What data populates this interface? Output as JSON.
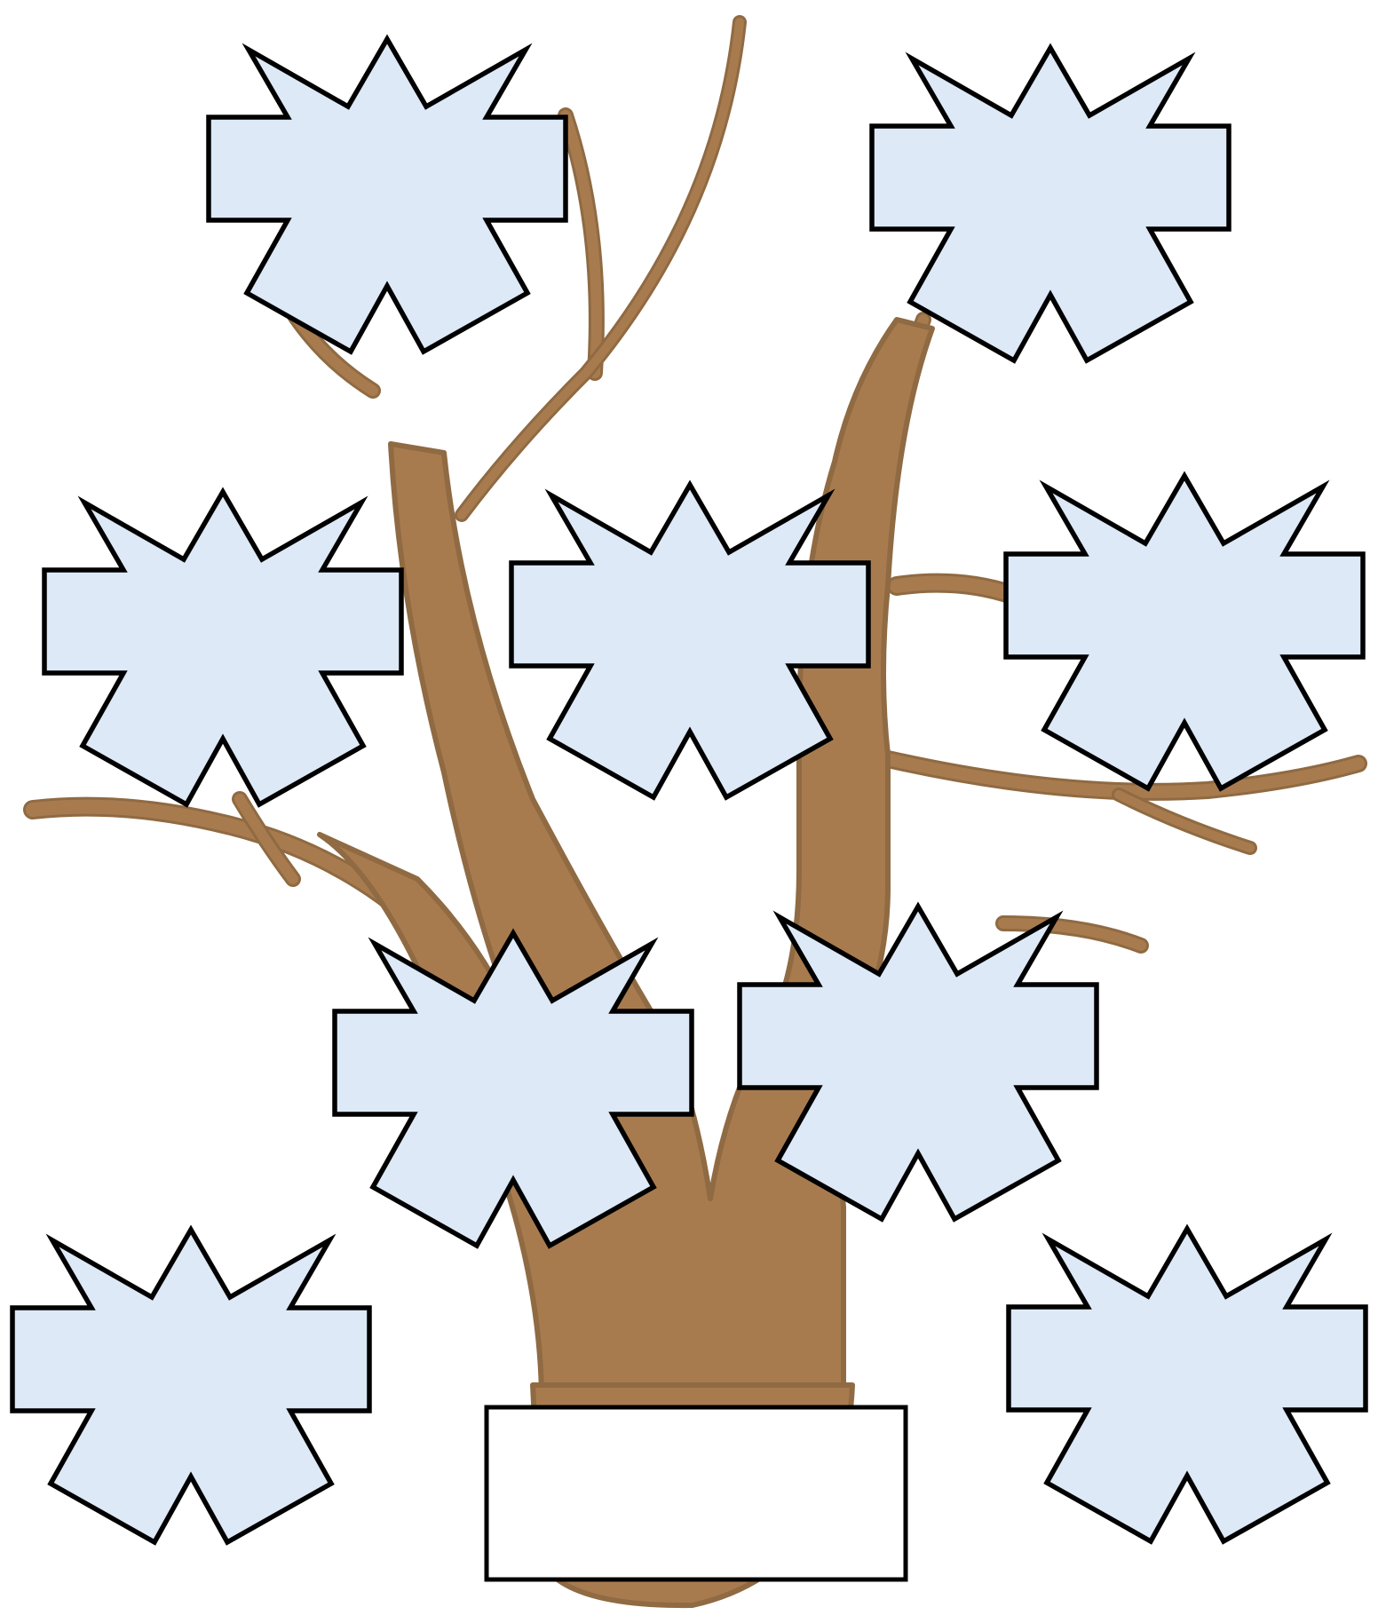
{
  "diagram": {
    "type": "family-tree-template",
    "colors": {
      "background": "#ffffff",
      "trunk": "#a87b4f",
      "trunk_outline": "#8f6a42",
      "node_fill": "#dde9f6",
      "node_outline": "#000000",
      "label_box_fill": "#ffffff"
    },
    "node_shape": "eight-point-snowflake",
    "nodes": [
      {
        "id": "node-top-left",
        "label": ""
      },
      {
        "id": "node-top-right",
        "label": ""
      },
      {
        "id": "node-middle-left",
        "label": ""
      },
      {
        "id": "node-middle-center",
        "label": ""
      },
      {
        "id": "node-middle-right",
        "label": ""
      },
      {
        "id": "node-lower-center-left",
        "label": ""
      },
      {
        "id": "node-lower-center-right",
        "label": ""
      },
      {
        "id": "node-bottom-left",
        "label": ""
      },
      {
        "id": "node-bottom-right",
        "label": ""
      }
    ],
    "root_label": ""
  }
}
